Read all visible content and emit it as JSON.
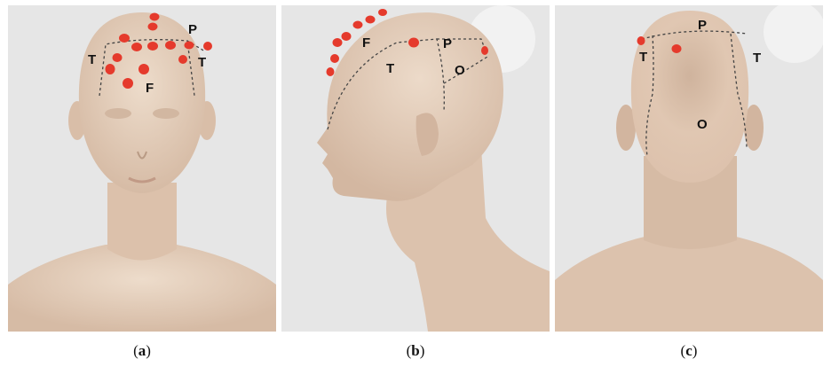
{
  "panels": [
    {
      "id": "a",
      "caption_open": "(",
      "caption_letter": "a",
      "caption_close": ")",
      "view": "front",
      "region_labels": [
        "P",
        "T",
        "T",
        "F"
      ]
    },
    {
      "id": "b",
      "caption_open": "(",
      "caption_letter": "b",
      "caption_close": ")",
      "view": "side",
      "region_labels": [
        "F",
        "P",
        "T",
        "O"
      ]
    },
    {
      "id": "c",
      "caption_open": "(",
      "caption_letter": "c",
      "caption_close": ")",
      "view": "back",
      "region_labels": [
        "P",
        "T",
        "T",
        "O"
      ]
    }
  ],
  "colors": {
    "panel_bg": "#e6e6e6",
    "skin": "#e7d0bd",
    "skin_shadow": "#cdb29c",
    "electrode": "#e53a2c",
    "boundary_line": "#444444"
  }
}
